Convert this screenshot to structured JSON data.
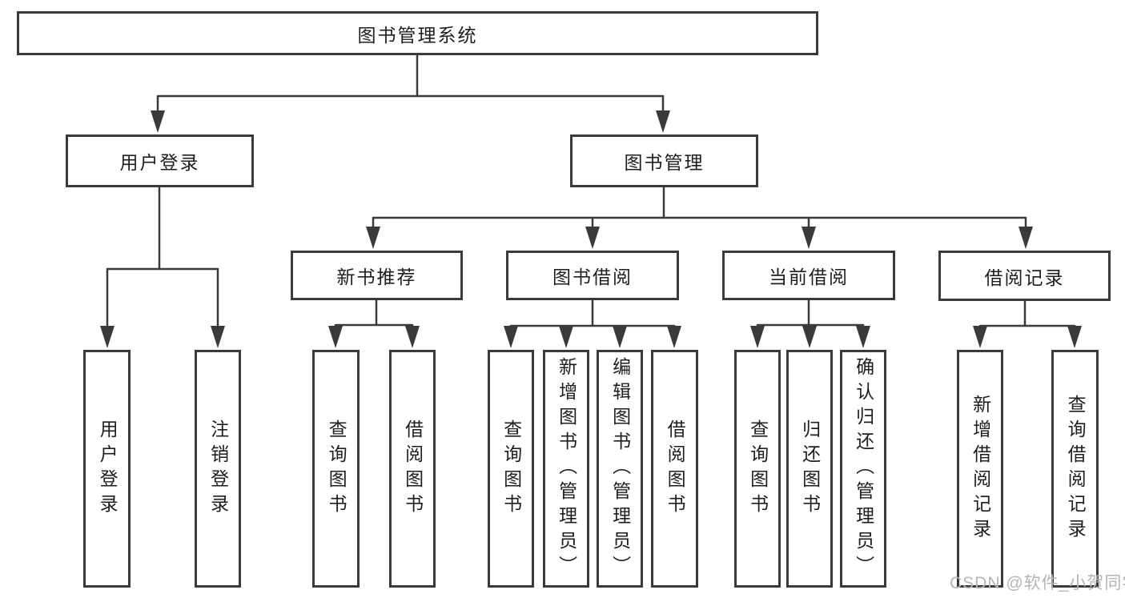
{
  "diagram": {
    "title": "图书管理系统",
    "root": {
      "label": "图书管理系统"
    },
    "level2": [
      {
        "label": "用户登录"
      },
      {
        "label": "图书管理"
      }
    ],
    "level3": [
      {
        "label": "新书推荐",
        "parent": "图书管理"
      },
      {
        "label": "图书借阅",
        "parent": "图书管理"
      },
      {
        "label": "当前借阅",
        "parent": "图书管理"
      },
      {
        "label": "借阅记录",
        "parent": "图书管理"
      }
    ],
    "leaves": [
      {
        "label": "用户登录",
        "parent": "用户登录"
      },
      {
        "label": "注销登录",
        "parent": "用户登录"
      },
      {
        "label": "查询图书",
        "parent": "新书推荐"
      },
      {
        "label": "借阅图书",
        "parent": "新书推荐"
      },
      {
        "label": "查询图书",
        "parent": "图书借阅"
      },
      {
        "label": "新增图书（管理员）",
        "parent": "图书借阅"
      },
      {
        "label": "编辑图书（管理员）",
        "parent": "图书借阅"
      },
      {
        "label": "借阅图书",
        "parent": "图书借阅"
      },
      {
        "label": "查询图书",
        "parent": "当前借阅"
      },
      {
        "label": "归还图书",
        "parent": "当前借阅"
      },
      {
        "label": "确认归还（管理员）",
        "parent": "当前借阅"
      },
      {
        "label": "新增借阅记录",
        "parent": "借阅记录"
      },
      {
        "label": "查询借阅记录",
        "parent": "借阅记录"
      }
    ]
  },
  "watermark": "CSDN @软件_小贺同学",
  "colors": {
    "line": "#3a3a3a",
    "text": "#1e1e1e",
    "watermark": "#b5b5b5",
    "background": "#ffffff"
  }
}
